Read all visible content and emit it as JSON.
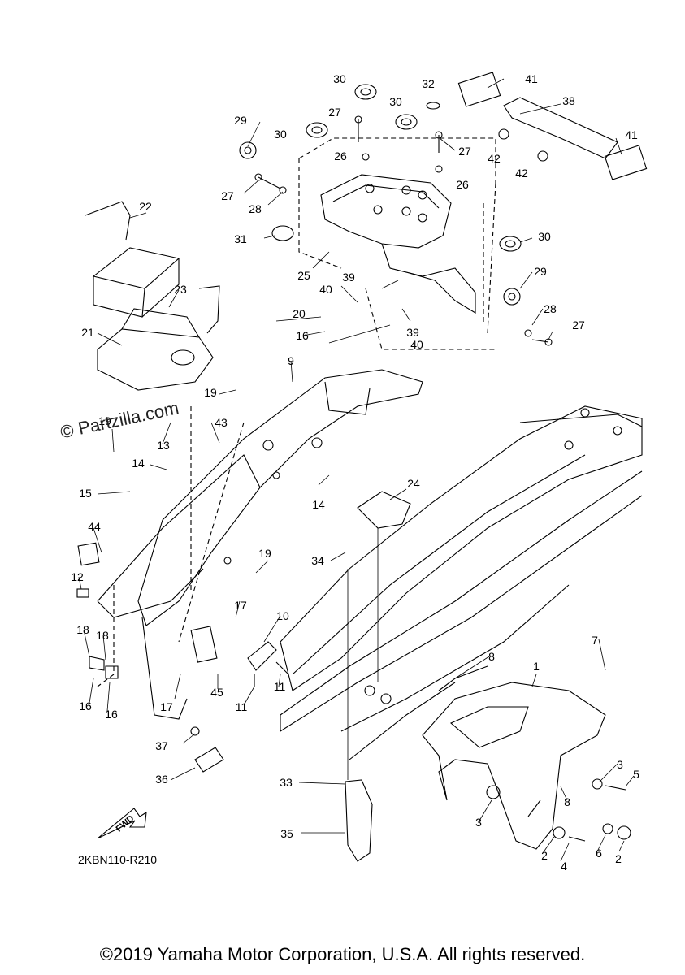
{
  "diagram": {
    "watermark": "© Partzilla.com",
    "diagram_code": "2KBN110-R210",
    "fwd_label": "FWD",
    "copyright": "©2019 Yamaha Motor Corporation, U.S.A. All rights reserved.",
    "callouts": [
      "30",
      "32",
      "41",
      "27",
      "30",
      "38",
      "29",
      "30",
      "27",
      "26",
      "42",
      "41",
      "27",
      "26",
      "42",
      "28",
      "22",
      "31",
      "30",
      "25",
      "29",
      "23",
      "39",
      "40",
      "28",
      "20",
      "39",
      "27",
      "16",
      "40",
      "21",
      "9",
      "19",
      "43",
      "19",
      "13",
      "14",
      "14",
      "24",
      "15",
      "44",
      "19",
      "34",
      "12",
      "17",
      "10",
      "18",
      "18",
      "17",
      "11",
      "16",
      "16",
      "45",
      "11",
      "8",
      "7",
      "1",
      "37",
      "3",
      "5",
      "36",
      "33",
      "3",
      "8",
      "35",
      "2",
      "4",
      "6",
      "2"
    ]
  }
}
